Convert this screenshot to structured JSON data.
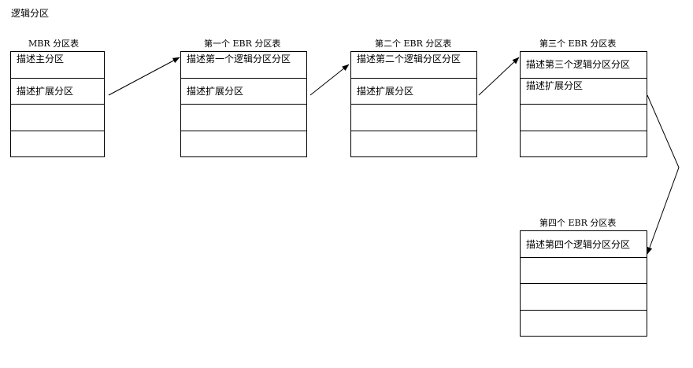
{
  "title": "逻辑分区",
  "tables": [
    {
      "caption": "MBR 分区表",
      "rows": [
        "描述主分区",
        "描述扩展分区",
        "",
        ""
      ]
    },
    {
      "caption": "第一个 EBR 分区表",
      "rows": [
        "描述第一个逻辑分区分区",
        "描述扩展分区",
        "",
        ""
      ]
    },
    {
      "caption": "第二个 EBR 分区表",
      "rows": [
        "描述第二个逻辑分区分区",
        "描述扩展分区",
        "",
        ""
      ]
    },
    {
      "caption": "第三个 EBR 分区表",
      "rows": [
        "描述第三个逻辑分区分区",
        "描述扩展分区",
        "",
        ""
      ]
    },
    {
      "caption": "第四个 EBR 分区表",
      "rows": [
        "描述第四个逻辑分区分区",
        "",
        "",
        ""
      ]
    }
  ],
  "colors": {
    "line": "#000000",
    "background": "#ffffff"
  }
}
